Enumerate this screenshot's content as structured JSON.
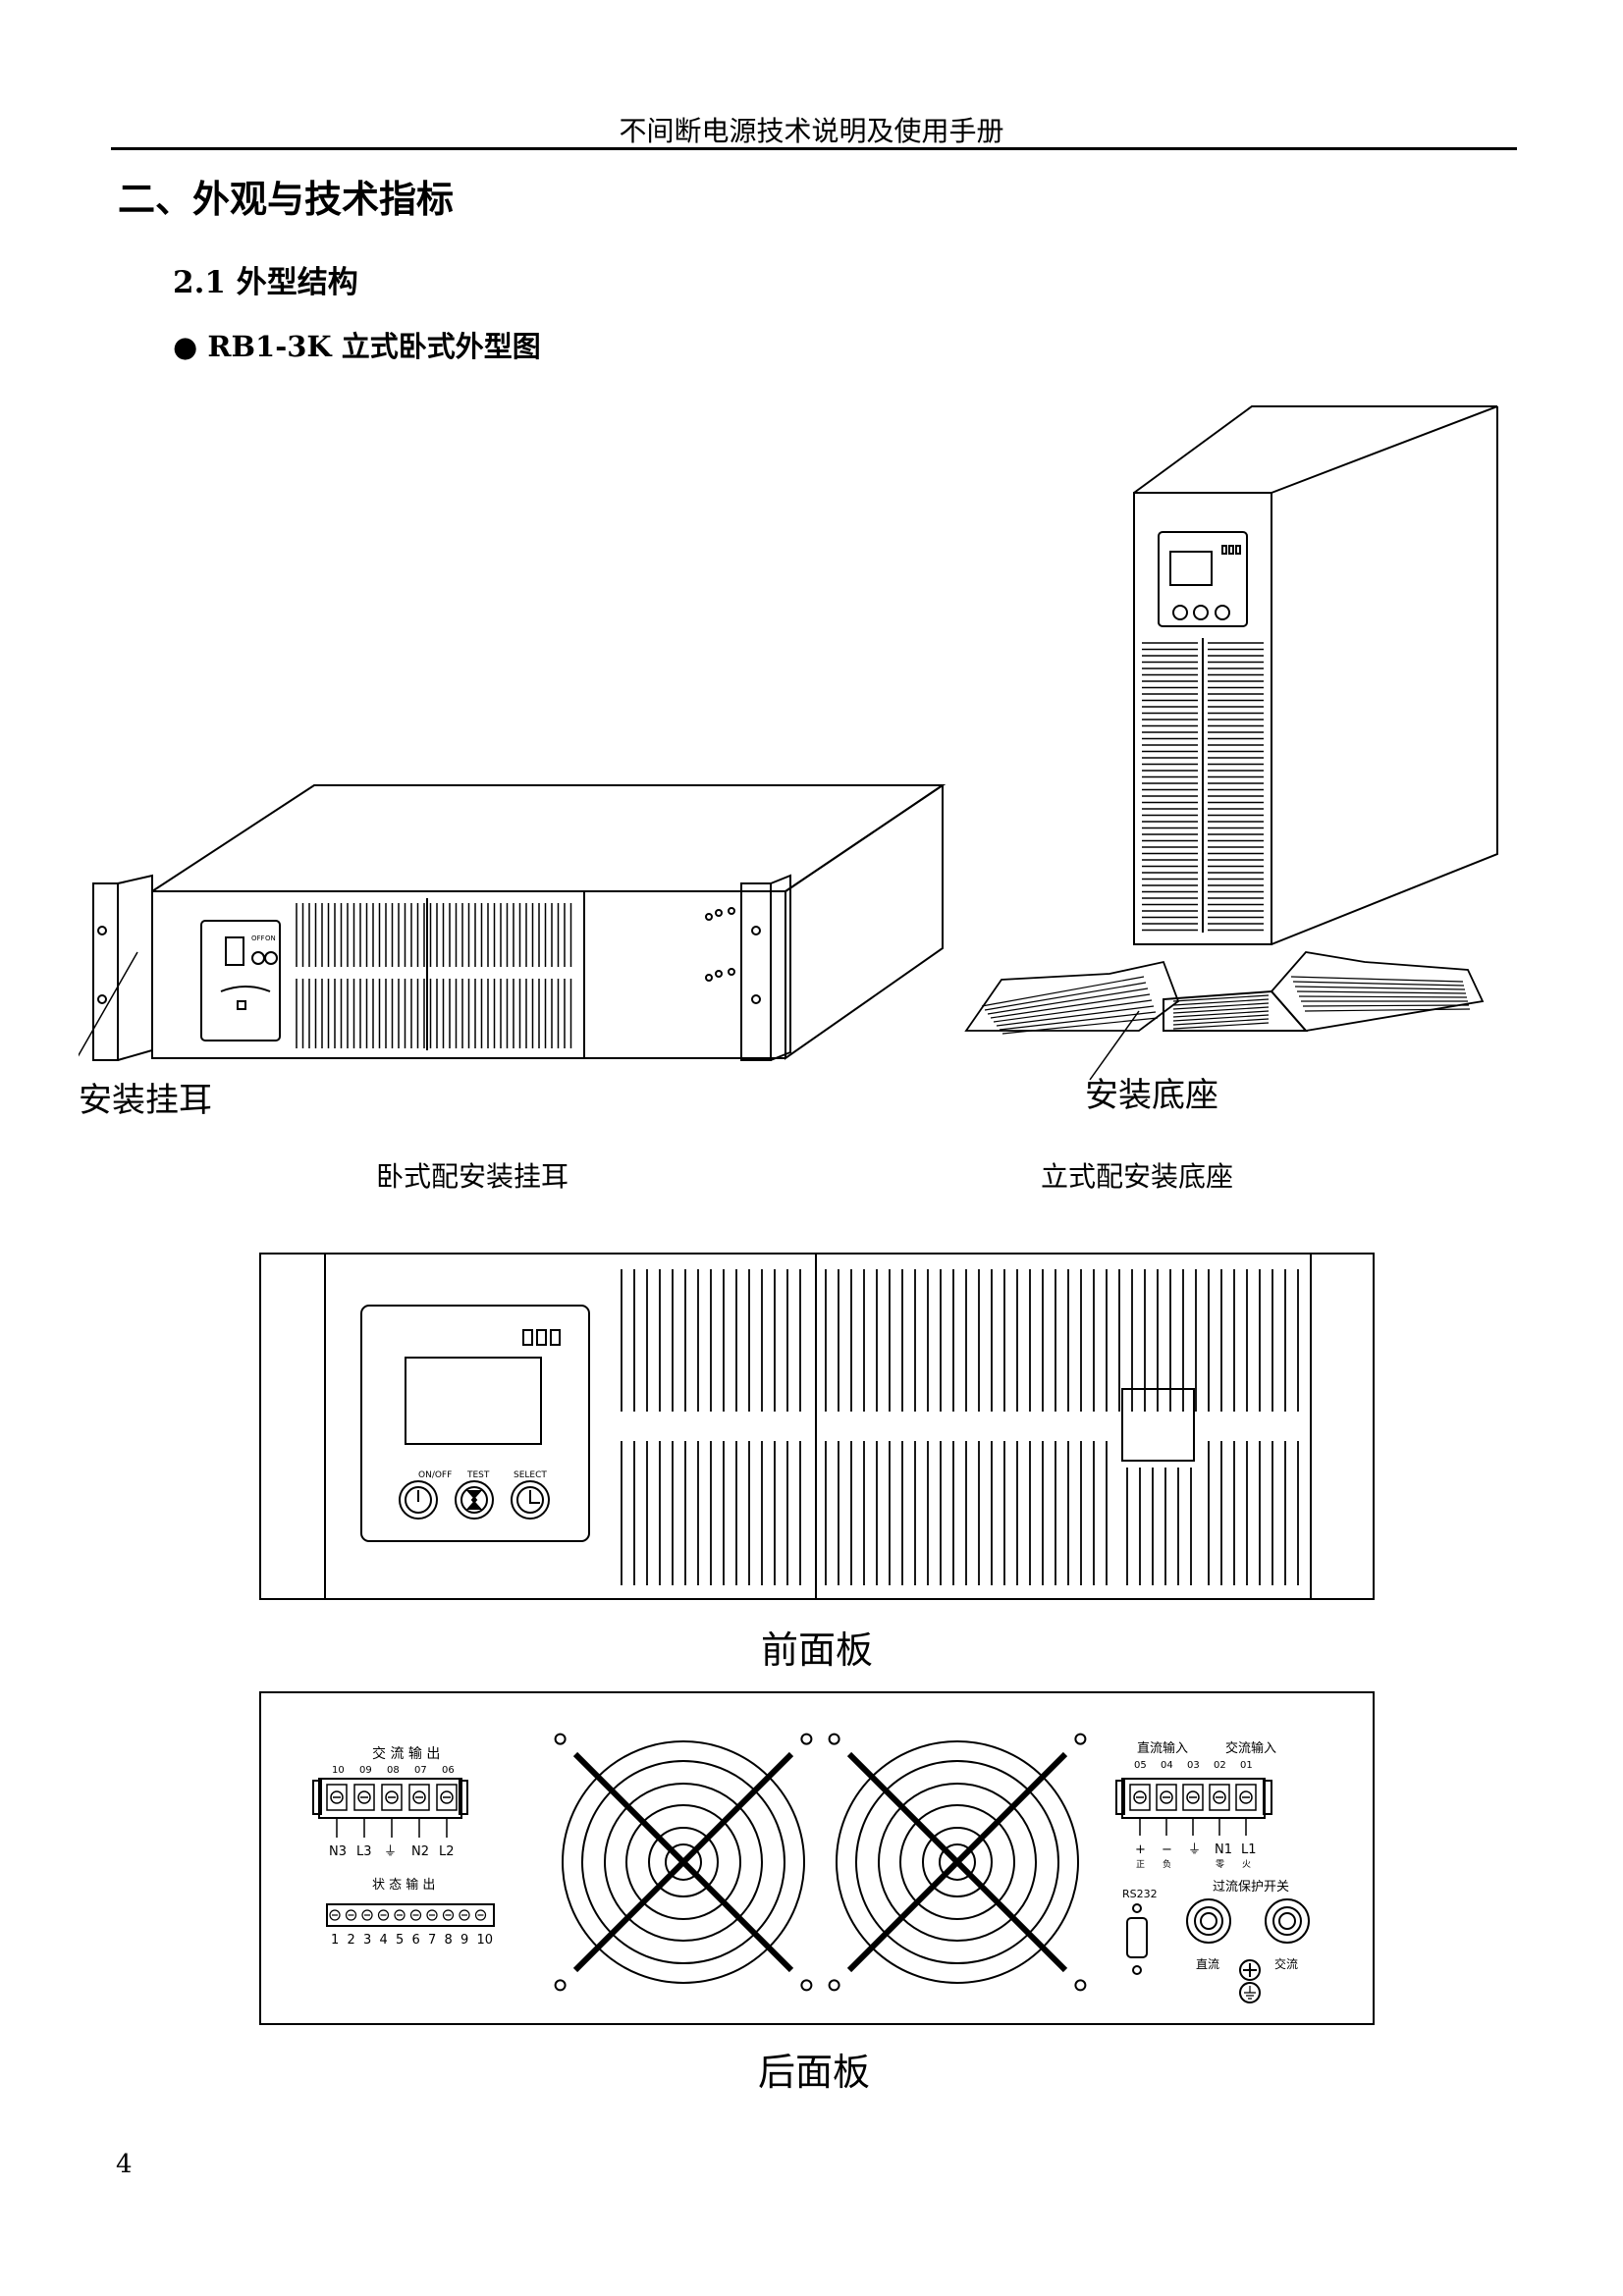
{
  "header": {
    "title": "不间断电源技术说明及使用手册"
  },
  "section": {
    "title": "二、外观与技术指标",
    "subsection": "2.1  外型结构",
    "bullet": "● RB1-3K 立式卧式外型图"
  },
  "figure_top": {
    "rack_mount_ear_label": "安装挂耳",
    "tower_base_label": "安装底座",
    "rack_caption": "卧式配安装挂耳",
    "tower_caption": "立式配安装底座"
  },
  "front_panel": {
    "caption": "前面板",
    "buttons": {
      "onoff": "ON/OFF",
      "test": "TEST",
      "select": "SELECT"
    }
  },
  "rack_unit_buttons": {
    "off": "OFF",
    "on": "ON"
  },
  "rear_panel": {
    "caption": "后面板",
    "ac_output": {
      "title": "交 流 输 出",
      "numbers": [
        "10",
        "09",
        "08",
        "07",
        "06"
      ],
      "bottom": [
        "N3",
        "L3",
        "⏚",
        "N2",
        "L2"
      ]
    },
    "status_output": {
      "title": "状 态 输 出",
      "numbers": [
        "1",
        "2",
        "3",
        "4",
        "5",
        "6",
        "7",
        "8",
        "9",
        "10"
      ]
    },
    "input": {
      "dc_title": "直流输入",
      "ac_title": "交流输入",
      "numbers": [
        "05",
        "04",
        "03",
        "02",
        "01"
      ],
      "signs": [
        "+",
        "−",
        "⏚",
        "N1",
        "L1"
      ],
      "sub": [
        "正",
        "负",
        "",
        "零",
        "火"
      ]
    },
    "rs232": "RS232",
    "breaker_title": "过流保护开关",
    "breaker_dc": "直流",
    "breaker_ac": "交流"
  },
  "page_number": "4"
}
